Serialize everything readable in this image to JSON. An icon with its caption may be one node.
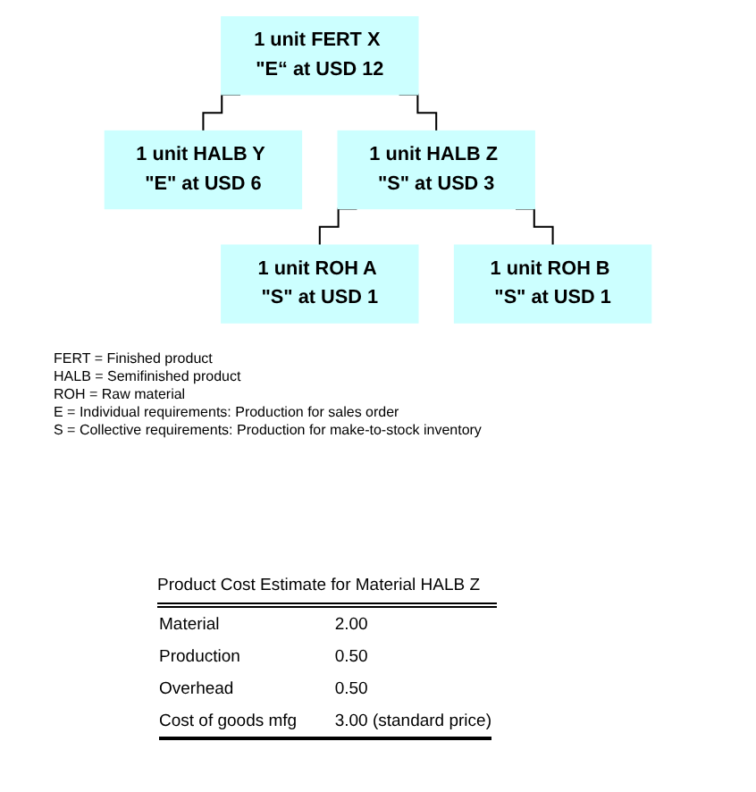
{
  "diagram": {
    "nodes": [
      {
        "text": [
          "1 unit FERT X \"E“ at USD 12"
        ]
      },
      {
        "text": [
          "1 unit HALB Y \"E\" at USD 6"
        ]
      },
      {
        "text": [
          "1 unit HALB Z \"S\" at USD 3"
        ]
      },
      {
        "text": [
          "1 unit ROH A \"S\" at USD 1"
        ]
      },
      {
        "text": [
          "1 unit ROH B \"S\" at USD 1"
        ]
      }
    ],
    "edges": [
      {
        "from": 0,
        "to": 1,
        "arrow": "none"
      },
      {
        "from": 0,
        "to": 2,
        "arrow": "none"
      },
      {
        "from": 2,
        "to": 3,
        "arrow": "none"
      },
      {
        "from": 2,
        "to": 4,
        "arrow": "none"
      }
    ],
    "labels": [
      "FERT = Finished product",
      "HALB = Semifinished product",
      "ROH = Raw material",
      "E = Individual requirements: Production for sales order",
      "S = Collective requirements: Production for make-to-stock inventory",
      "Product Cost Estimate for Material HALB Z",
      "Material",
      "2.00",
      "Production",
      "0.50",
      "Overhead",
      "0.50",
      "Cost of goods mfg",
      "3.00 (standard price)"
    ]
  }
}
